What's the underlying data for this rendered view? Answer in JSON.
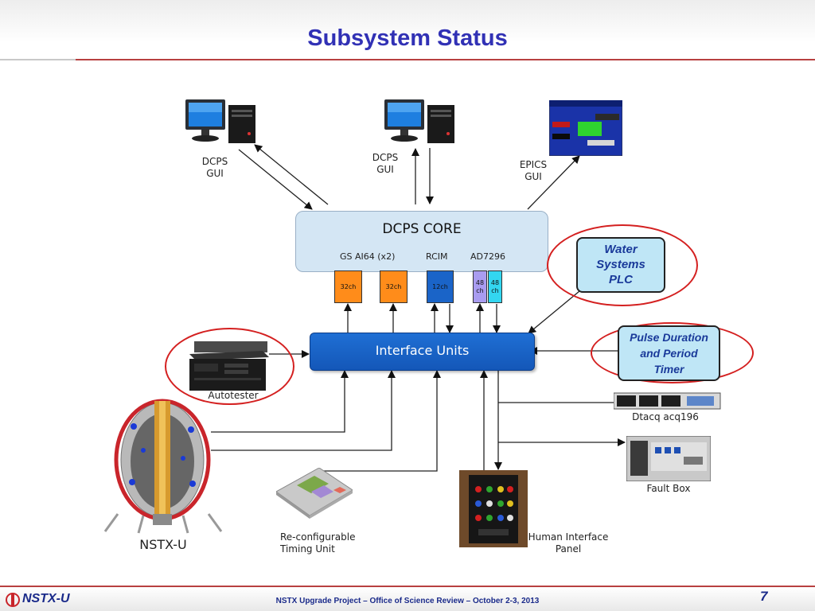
{
  "slide": {
    "title": "Subsystem Status",
    "footer": "NSTX Upgrade Project – Office of Science Review – October 2-3, 2013",
    "logo_text": "NSTX-U",
    "page_number": "7"
  },
  "nodes": {
    "dcps_gui_1": {
      "line1": "DCPS",
      "line2": "GUI"
    },
    "dcps_gui_2": {
      "line1": "DCPS",
      "line2": "GUI"
    },
    "epics_gui": {
      "line1": "EPICS",
      "line2": "GUI"
    },
    "dcps_core": {
      "title": "DCPS CORE",
      "board_gs": "GS AI64 (x2)",
      "board_rcim": "RCIM",
      "board_ad": "AD7296",
      "ch_gs1": "32ch",
      "ch_gs2": "32ch",
      "ch_rcim": "12ch",
      "ch_ad1": "48 ch",
      "ch_ad2": "48 ch"
    },
    "interface_units": "Interface Units",
    "water_plc": [
      "Water",
      "Systems",
      "PLC"
    ],
    "pulse_timer": [
      "Pulse Duration",
      "and Period",
      "Timer"
    ],
    "autotester": "Autotester",
    "dtacq": "Dtacq acq196",
    "fault_box": "Fault Box",
    "nstxu": "NSTX-U",
    "rtu_line1": "Re-configurable",
    "rtu_line2": "Timing Unit",
    "hip_line1": "Human Interface",
    "hip_line2": "Panel"
  },
  "colors": {
    "title": "#3131b5",
    "core_fill": "#d4e6f4",
    "iface_fill": "#1a64c8",
    "highlight_ring": "#d42020",
    "gs_channel": "#ff8c1a",
    "rcim_channel": "#1a64c8",
    "ad_channel_1": "#a99cf0",
    "ad_channel_2": "#33d6f0"
  },
  "icons": [
    "computer-icon",
    "epics-screen-icon",
    "server-icon",
    "tokamak-image",
    "circuit-board-icon",
    "control-panel-image",
    "digitizer-icon",
    "fault-box-icon"
  ]
}
